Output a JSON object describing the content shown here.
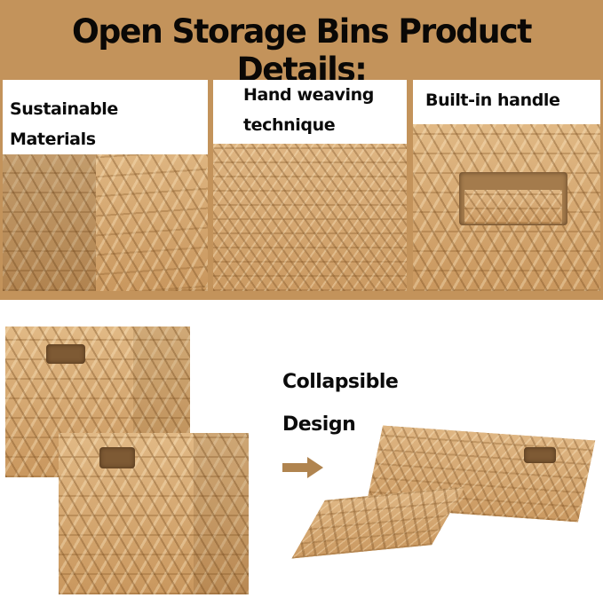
{
  "header": {
    "title": "Open Storage Bins Product Details:"
  },
  "detail_panels": [
    {
      "label": "Sustainable  Materials"
    },
    {
      "label_lines": [
        "Hand weaving",
        "technique"
      ]
    },
    {
      "label": "Built-in handle"
    }
  ],
  "collapsible": {
    "lines": [
      "Collapsible",
      "Design"
    ]
  },
  "colors": {
    "banner": "#c3935b",
    "weave": "#d6aa72",
    "arrow": "#b0844f"
  }
}
